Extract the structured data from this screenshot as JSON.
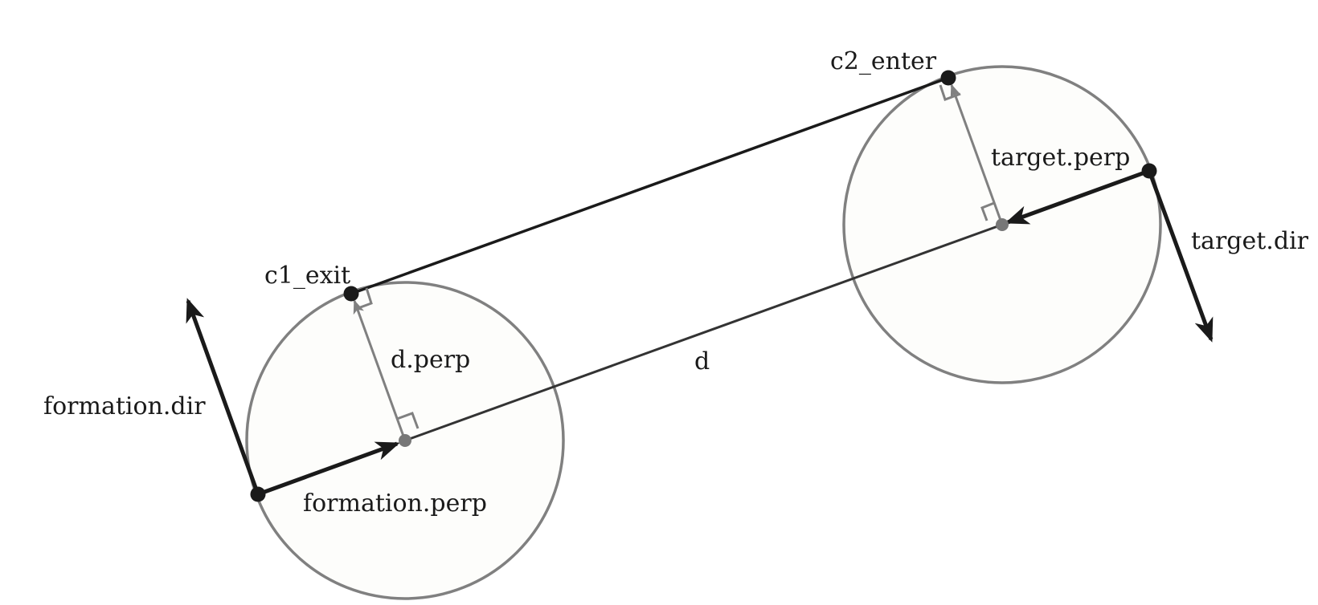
{
  "labels": {
    "c2_enter": "c2_enter",
    "target_perp": "target.perp",
    "target_dir": "target.dir",
    "c1_exit": "c1_exit",
    "d_perp": "d.perp",
    "d": "d",
    "formation_dir": "formation.dir",
    "formation_perp": "formation.perp"
  },
  "colors": {
    "line_dark": "#1a1a1a",
    "line_gray": "#808080",
    "circle_fill": "#fdfdfb",
    "center_dot": "#777777"
  }
}
